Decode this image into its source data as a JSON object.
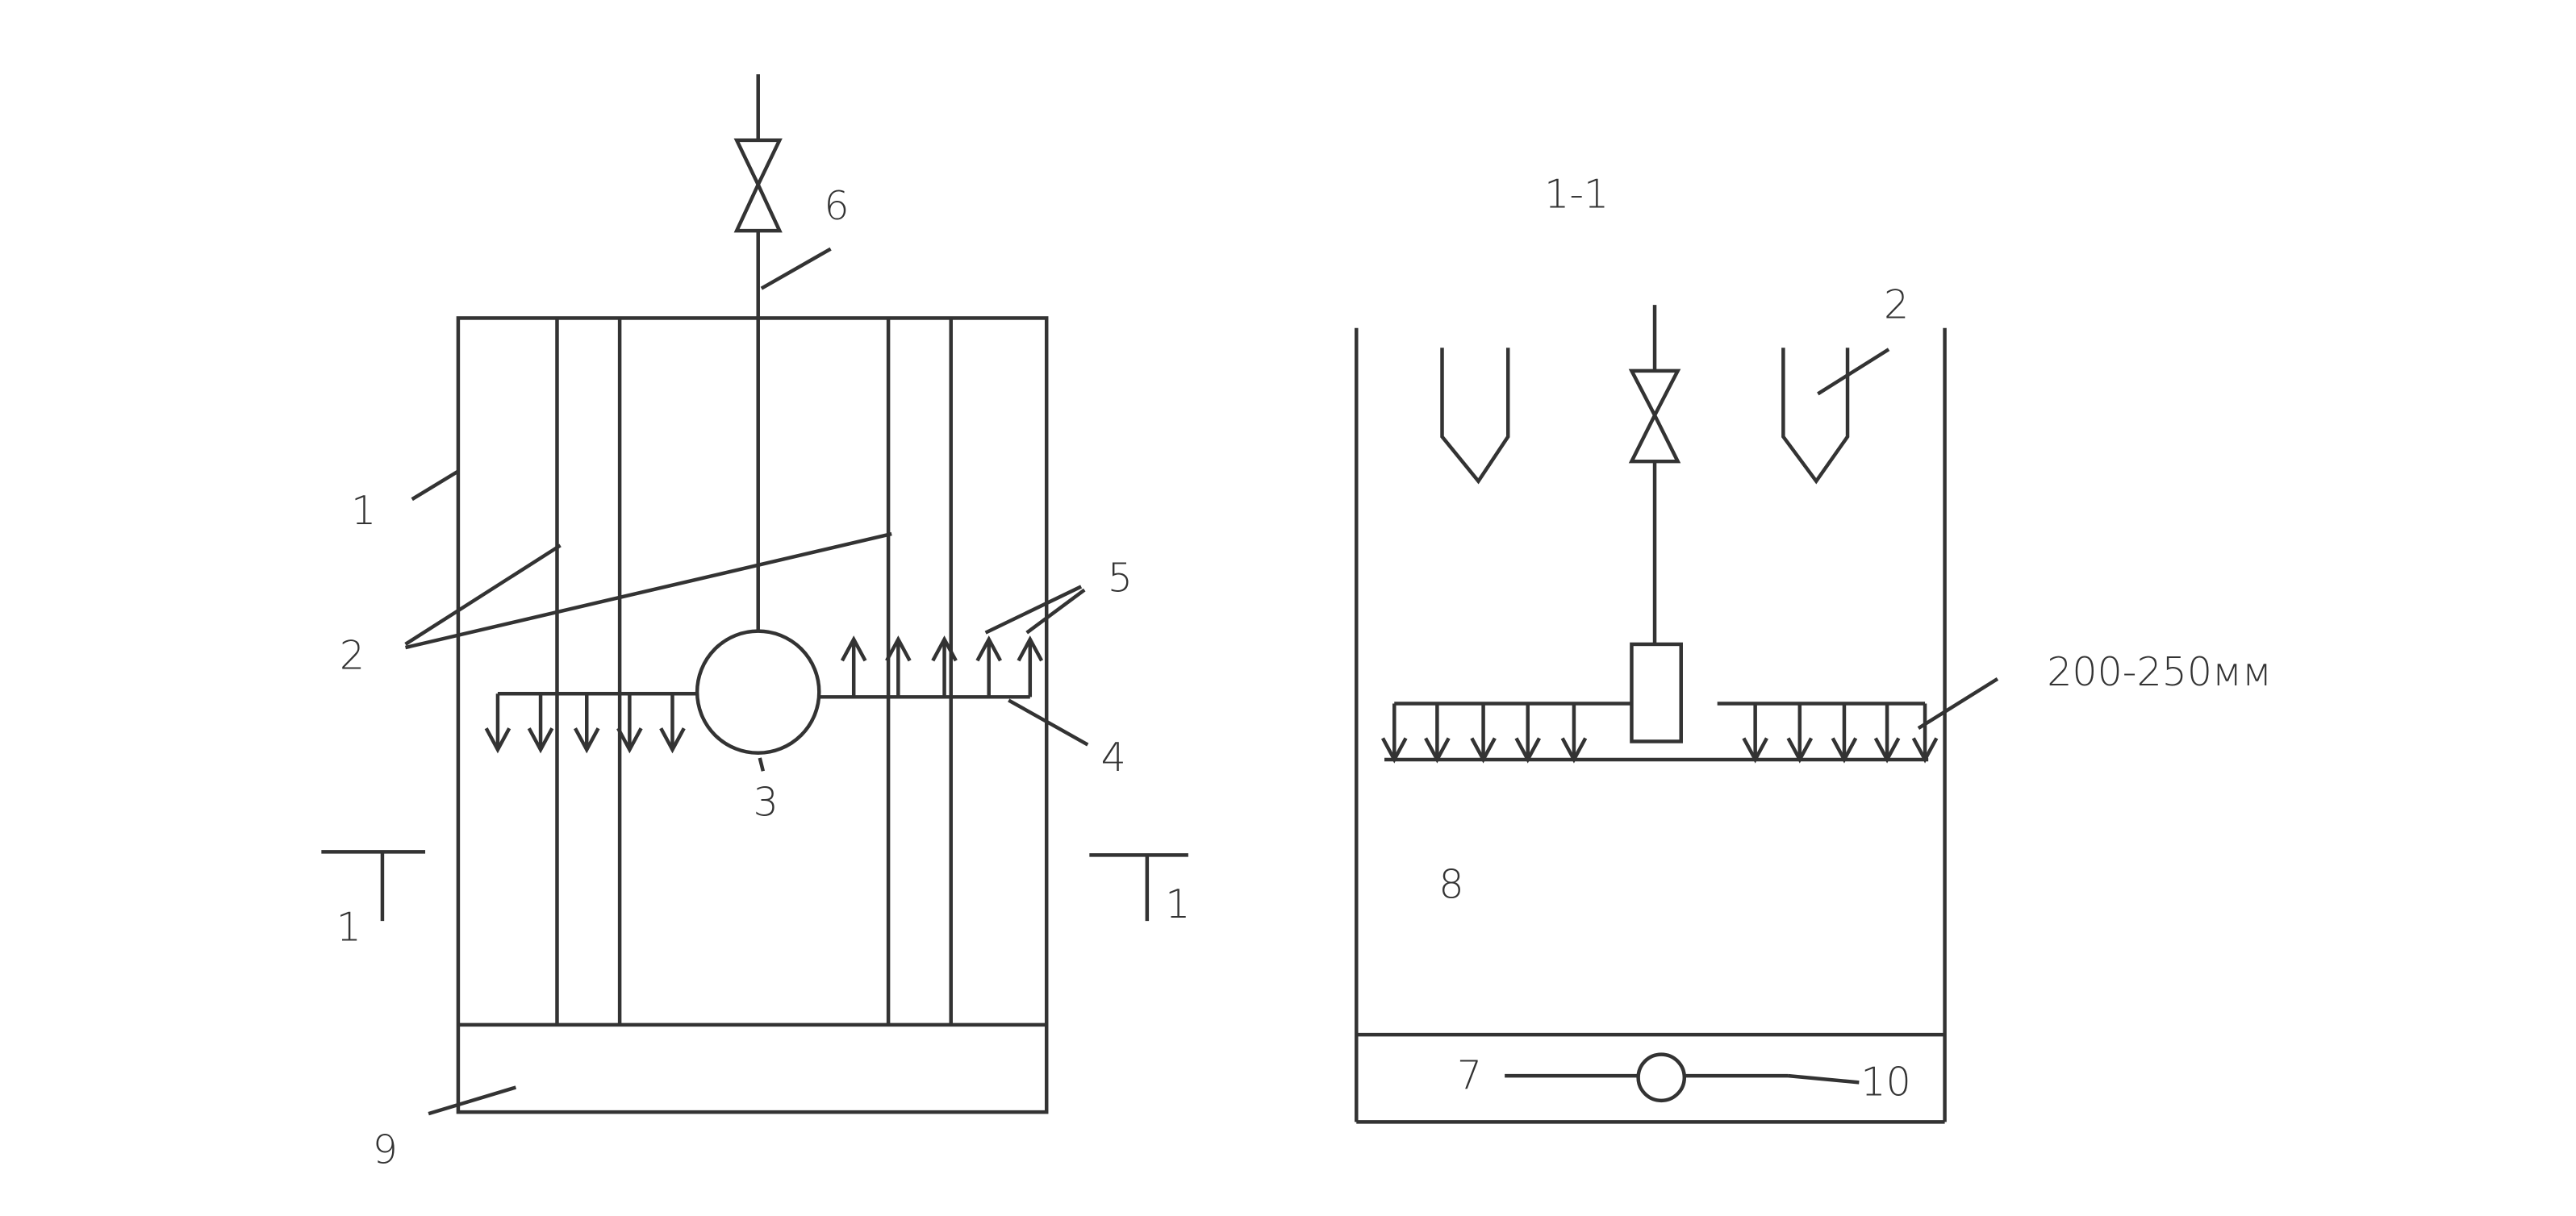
{
  "section_title": "1-1",
  "dimension": "200-250мм",
  "labels": {
    "n1": "1",
    "n2_left": "2",
    "n2_right": "2",
    "n3": "3",
    "n4": "4",
    "n5": "5",
    "n6": "6",
    "n7": "7",
    "n8": "8",
    "n9": "9",
    "n10": "10",
    "cut_left": "1",
    "cut_right": "1"
  },
  "colors": {
    "line": "#333333",
    "background": "#ffffff"
  }
}
